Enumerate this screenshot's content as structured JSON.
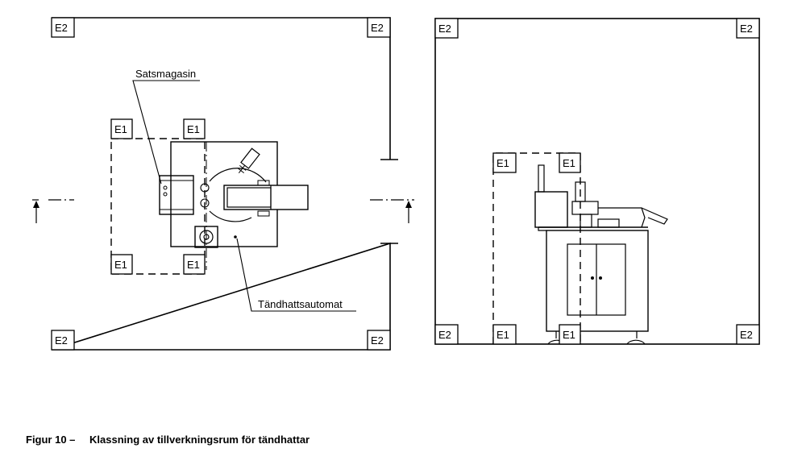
{
  "zone_tags": {
    "e1": "E1",
    "e2": "E2"
  },
  "labels": {
    "batch_magazine": "Satsmagasin",
    "detonator_machine": "Tändhattsautomat"
  },
  "caption": {
    "number": "Figur 10 –",
    "text": "Klassning av tillverkningsrum för tändhattar"
  },
  "colors": {
    "line": "#000000",
    "background": "#ffffff"
  }
}
